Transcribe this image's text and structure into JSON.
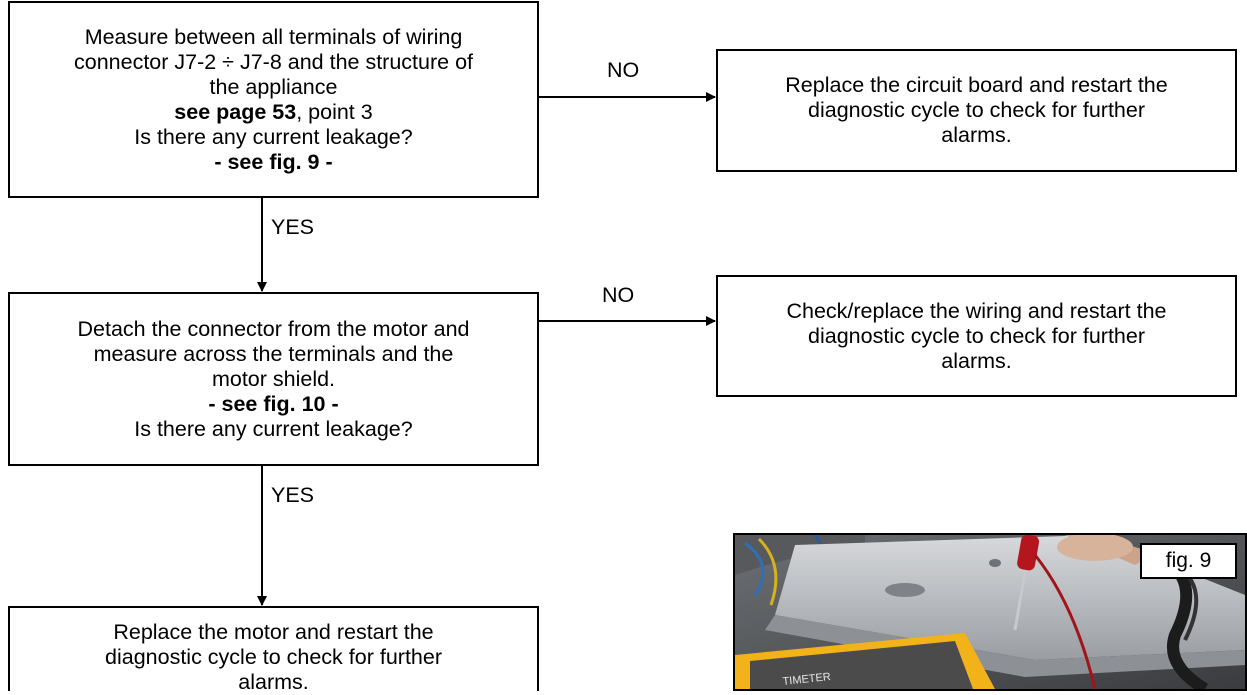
{
  "box1": {
    "line1": "Measure between all terminals of wiring",
    "line2": "connector J7-2 ÷ J7-8 and the structure of",
    "line3": "the appliance",
    "line4_bold": "see page 53",
    "line4_rest": ", point 3",
    "line5": "Is there any current leakage?",
    "line6": "- see fig. 9 -"
  },
  "box2": {
    "line1": "Replace the circuit board and restart the",
    "line2": "diagnostic cycle to check for further",
    "line3": "alarms."
  },
  "box3": {
    "line1": "Detach the connector from the motor and",
    "line2": "measure across the terminals and the",
    "line3": "motor shield.",
    "line4": "- see fig. 10 -",
    "line5": "Is there any current leakage?"
  },
  "box4": {
    "line1": "Check/replace the wiring and restart the",
    "line2": "diagnostic cycle to check for further",
    "line3": "alarms."
  },
  "box5": {
    "line1": "Replace the motor and restart the",
    "line2": "diagnostic cycle to check for further",
    "line3": "alarms."
  },
  "labels": {
    "no1": "NO",
    "no2": "NO",
    "yes1": "YES",
    "yes2": "YES"
  },
  "photo": {
    "fig_label": "fig. 9",
    "meter_text": "TIMETER",
    "colors": {
      "metal": "#b9bcc0",
      "meter": "#f2b21a",
      "probe": "#b3161c"
    }
  }
}
